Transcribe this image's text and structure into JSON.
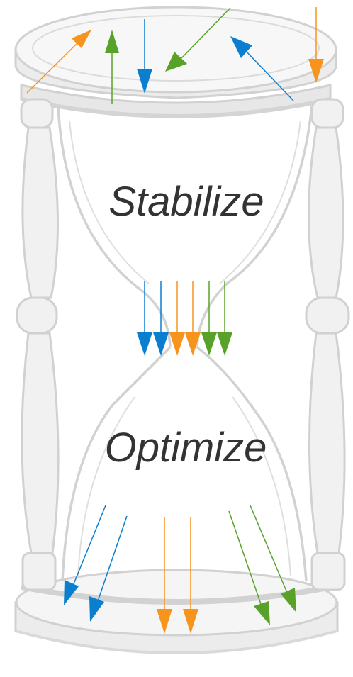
{
  "labels": {
    "top": "Stabilize",
    "bottom": "Optimize"
  },
  "colors": {
    "blue": "#0a7fcf",
    "orange": "#f7941d",
    "green": "#59a22a",
    "frame": "#d5d5d5",
    "frame_stroke": "#c4c4c4",
    "text": "#333333"
  },
  "arrow_groups": {
    "inflow": [
      "orange",
      "green",
      "blue",
      "green",
      "blue",
      "orange"
    ],
    "funnel": [
      "blue",
      "blue",
      "orange",
      "orange",
      "green",
      "green"
    ],
    "outflow": [
      "blue",
      "blue",
      "orange",
      "orange",
      "green",
      "green"
    ]
  }
}
